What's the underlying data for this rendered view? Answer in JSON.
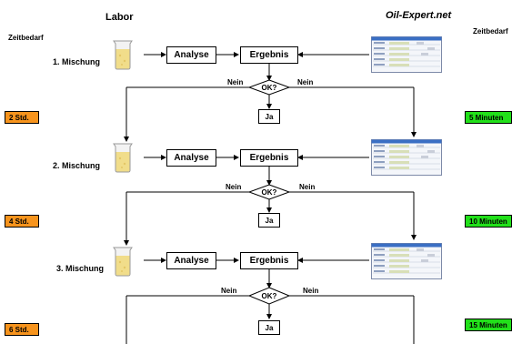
{
  "header": {
    "labor": "Labor",
    "oil_expert": "Oil-Expert.net",
    "zeitbedarf_left": "Zeitbedarf",
    "zeitbedarf_right": "Zeitbedarf"
  },
  "steps": [
    {
      "mix_label": "1. Mischung",
      "analyse": "Analyse",
      "ergebnis": "Ergebnis",
      "decision": "OK?",
      "nein_left": "Nein",
      "nein_right": "Nein",
      "ja": "Ja",
      "labor_time": "2 Std.",
      "oil_time": "5 Minuten"
    },
    {
      "mix_label": "2. Mischung",
      "analyse": "Analyse",
      "ergebnis": "Ergebnis",
      "decision": "OK?",
      "nein_left": "Nein",
      "nein_right": "Nein",
      "ja": "Ja",
      "labor_time": "4 Std.",
      "oil_time": "10 Minuten"
    },
    {
      "mix_label": "3. Mischung",
      "analyse": "Analyse",
      "ergebnis": "Ergebnis",
      "decision": "OK?",
      "nein_left": "Nein",
      "nein_right": "Nein",
      "ja": "Ja",
      "labor_time": "6 Std.",
      "oil_time": "15 Minuten"
    }
  ],
  "colors": {
    "labor_badge": "#f7941d",
    "oil_badge": "#22e01a",
    "beaker_liquid": "#f1dd8a",
    "screenshot_titlebar": "#3a6fc4"
  },
  "icons": {
    "beaker": "beaker-icon",
    "screenshot": "oil-expert-screenshot"
  }
}
